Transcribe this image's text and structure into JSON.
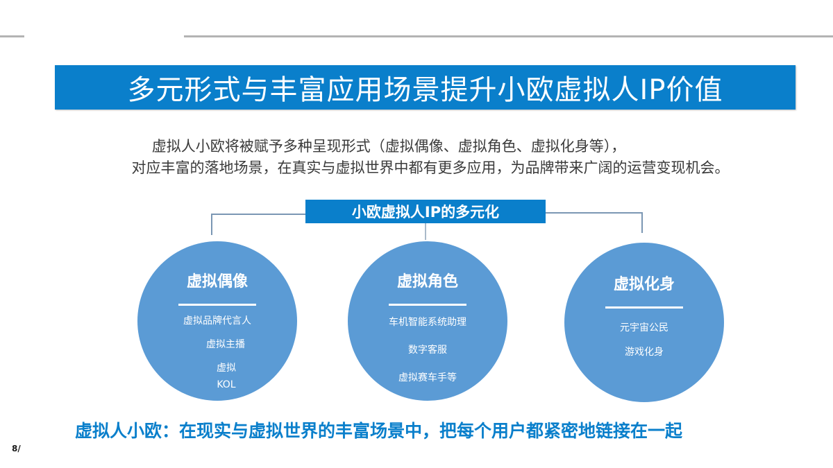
{
  "slide": {
    "title": "多元形式与丰富应用场景提升小欧虚拟人IP价值",
    "intro_lines": [
      "虚拟人小欧将被赋予多种呈现形式（虚拟偶像、虚拟角色、虚拟化身等），",
      "对应丰富的落地场景，在真实与虚拟世界中都有更多应用，为品牌带来广阔的运营变现机会。"
    ],
    "hub_label": "小欧虚拟人IP的多元化",
    "categories": [
      {
        "title": "虚拟偶像",
        "items": [
          "虚拟品牌代言人",
          "虚拟主播",
          "虚拟",
          "KOL"
        ]
      },
      {
        "title": "虚拟角色",
        "items": [
          "车机智能系统助理",
          "数字客服",
          "虚拟赛车手等"
        ]
      },
      {
        "title": "虚拟化身",
        "items": [
          "元宇宙公民",
          "游戏化身"
        ]
      }
    ],
    "tagline": "虚拟人小欧：在现实与虚拟世界的丰富场景中，把每个用户都紧密地链接在一起",
    "page_number": "8/"
  },
  "colors": {
    "primary_blue": "#0a7fcb",
    "circle_blue": "#5b9bd5",
    "rule_gray": "#b3b3b3",
    "body_text": "#3a3a3a"
  }
}
